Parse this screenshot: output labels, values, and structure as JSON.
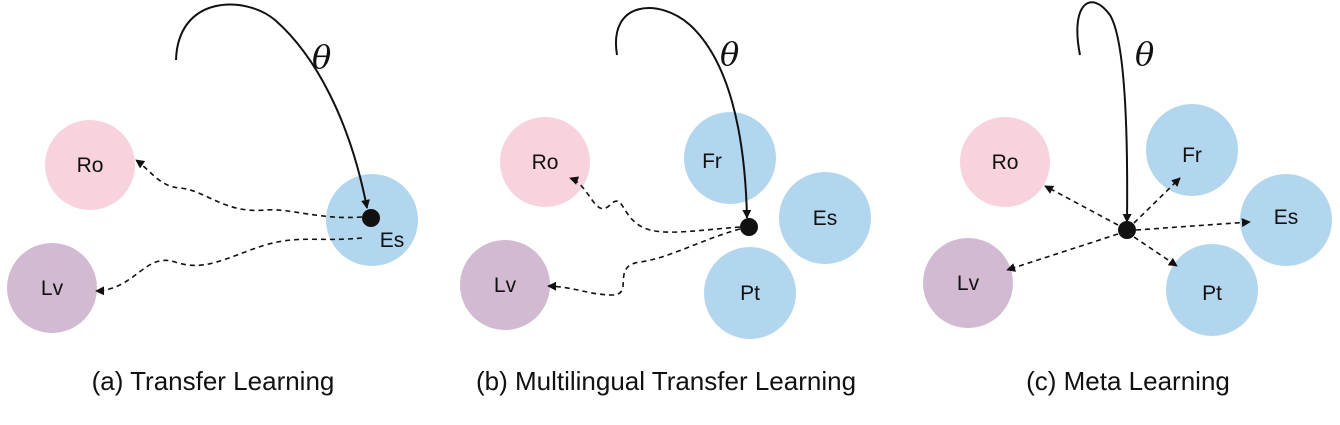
{
  "colors": {
    "target_language": "#f8d3dd",
    "target_language_alt": "#d2bbd2",
    "source_language": "#b3d6ef",
    "ink": "#111111"
  },
  "panels": [
    {
      "caption": "(a) Transfer Learning",
      "theta": "θ",
      "nodes": {
        "ro": "Ro",
        "lv": "Lv",
        "es": "Es"
      }
    },
    {
      "caption": "(b) Multilingual Transfer Learning",
      "theta": "θ",
      "nodes": {
        "ro": "Ro",
        "lv": "Lv",
        "fr": "Fr",
        "es": "Es",
        "pt": "Pt"
      }
    },
    {
      "caption": "(c) Meta Learning",
      "theta": "θ",
      "nodes": {
        "ro": "Ro",
        "lv": "Lv",
        "fr": "Fr",
        "es": "Es",
        "pt": "Pt"
      }
    }
  ]
}
